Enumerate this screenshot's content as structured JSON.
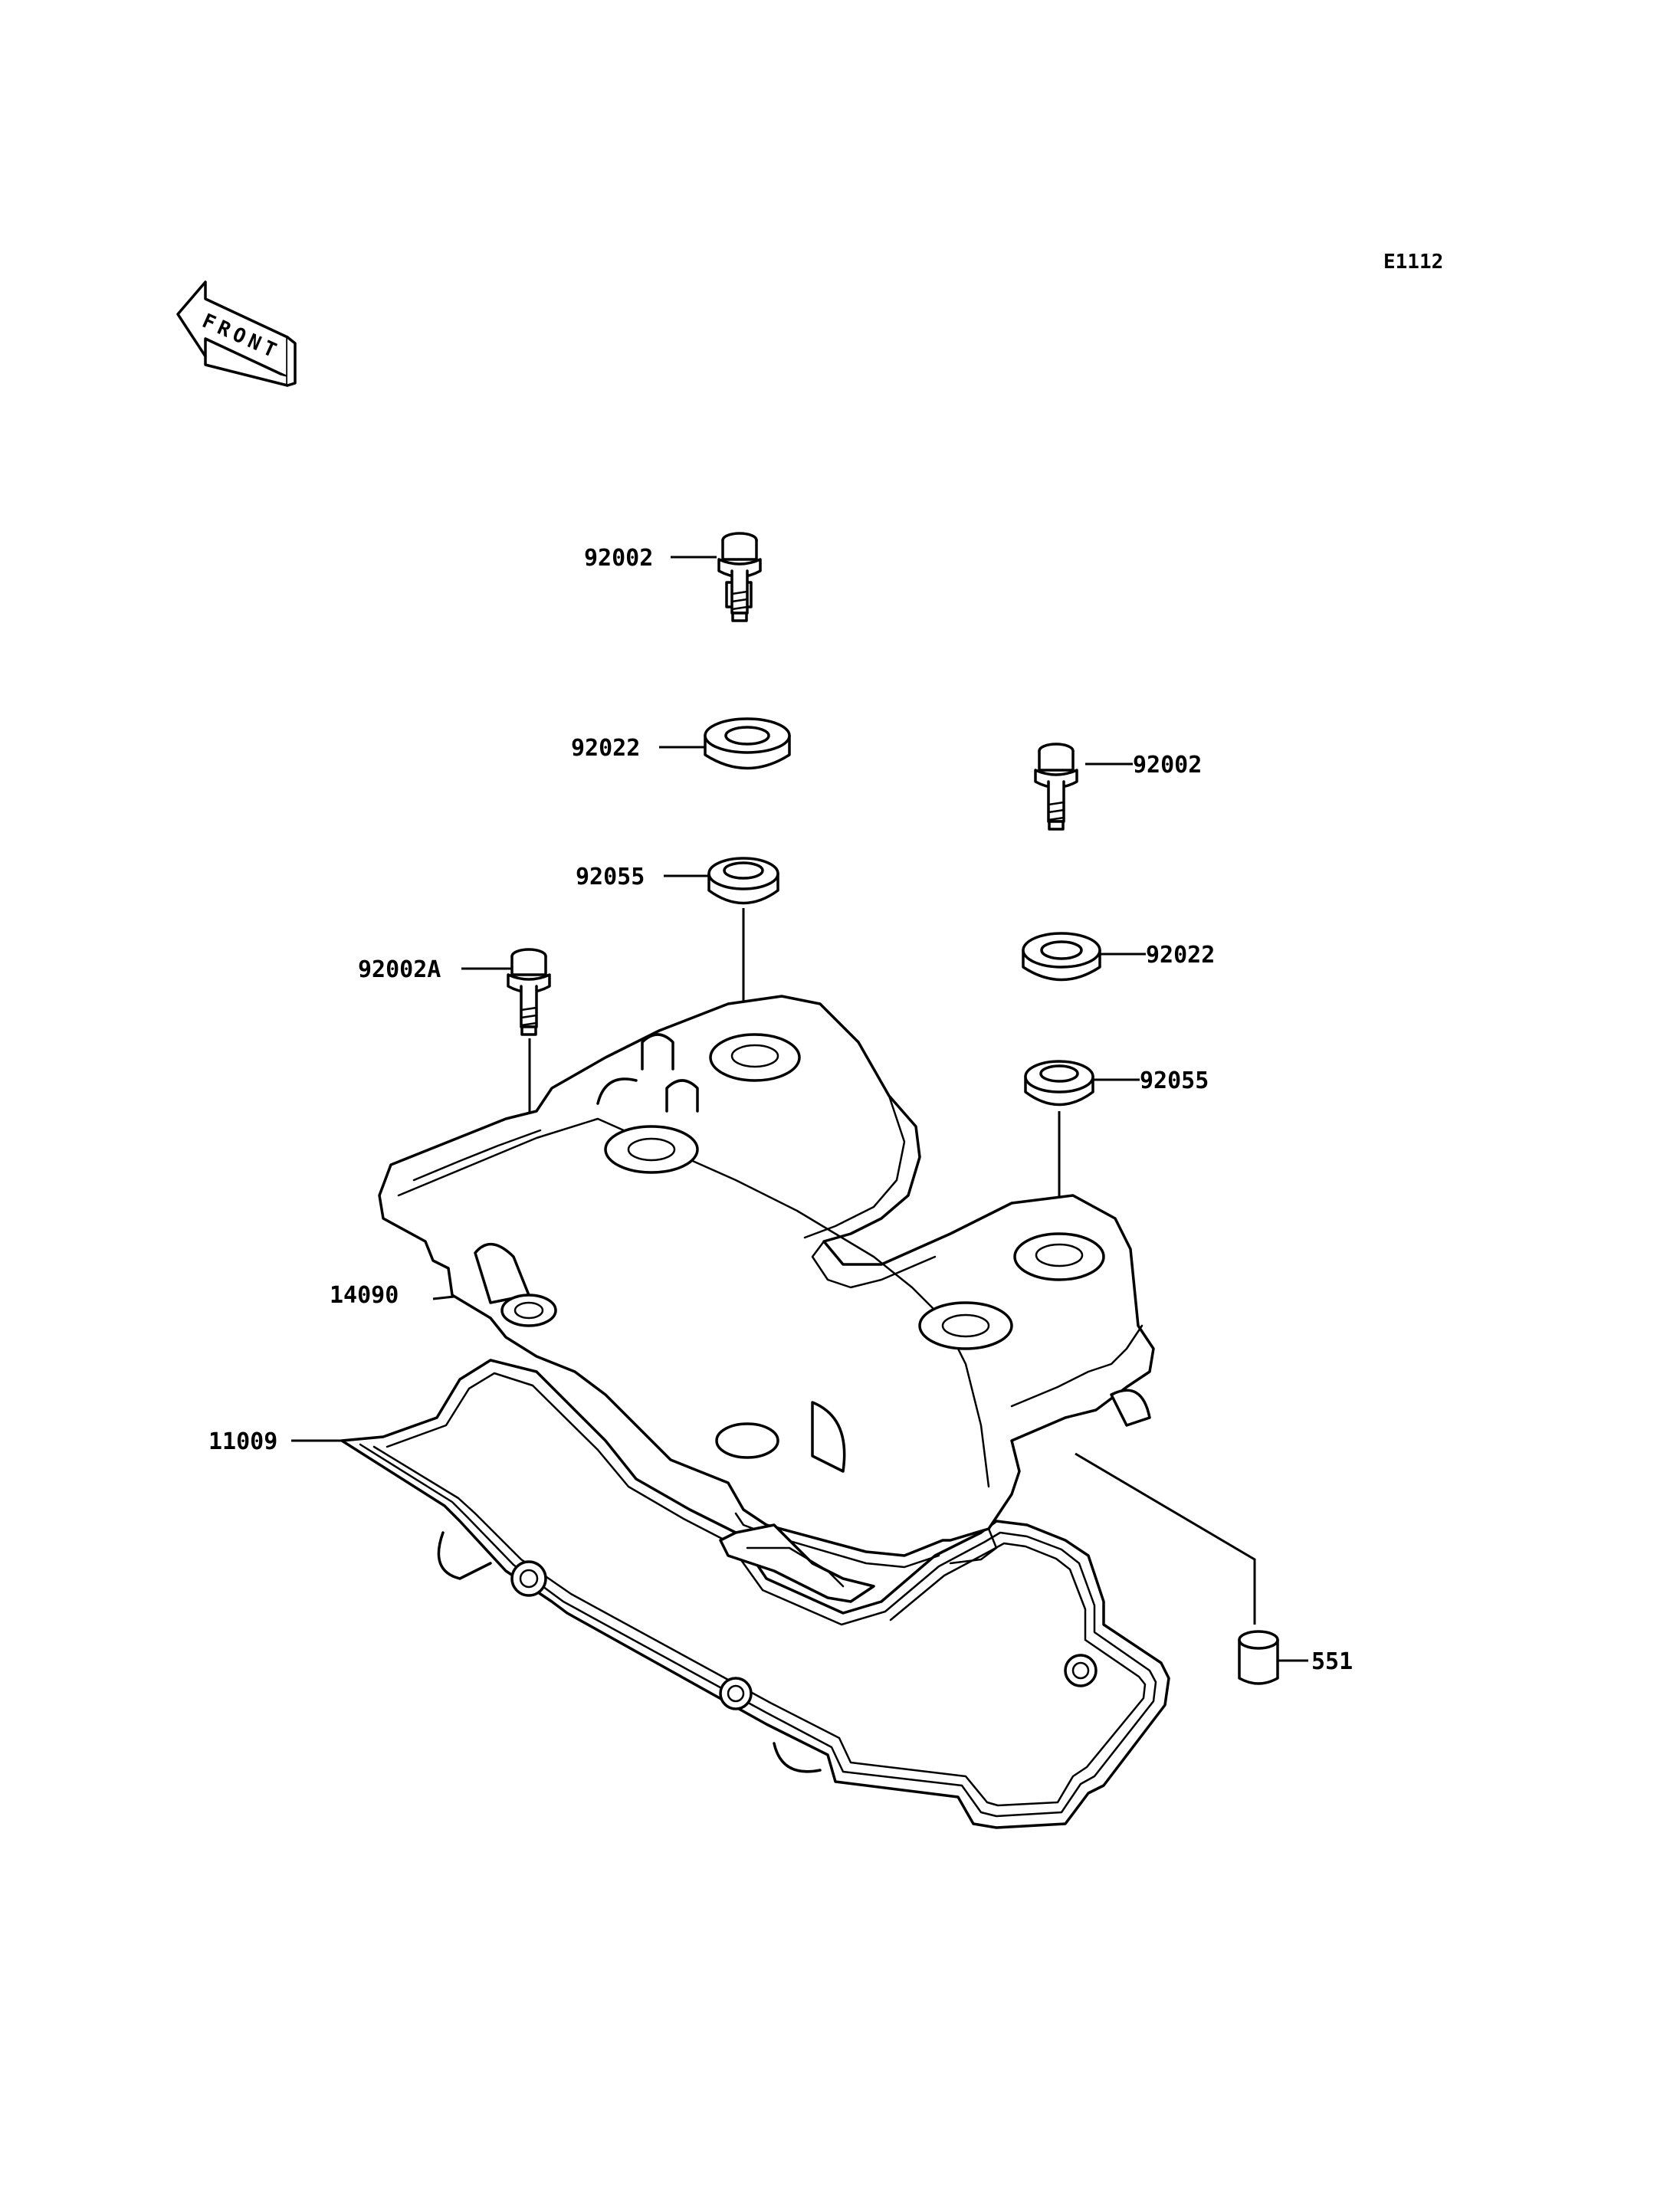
{
  "diagram_code": "E1112",
  "front_label": "FRONT",
  "parts": {
    "bolt_top": "92002",
    "washer_top": "92022",
    "grommet_top": "92055",
    "bolt_right": "92002",
    "washer_right": "92022",
    "grommet_right": "92055",
    "bolt_left": "92002A",
    "cover": "14090",
    "gasket": "11009",
    "dowel": "551"
  }
}
